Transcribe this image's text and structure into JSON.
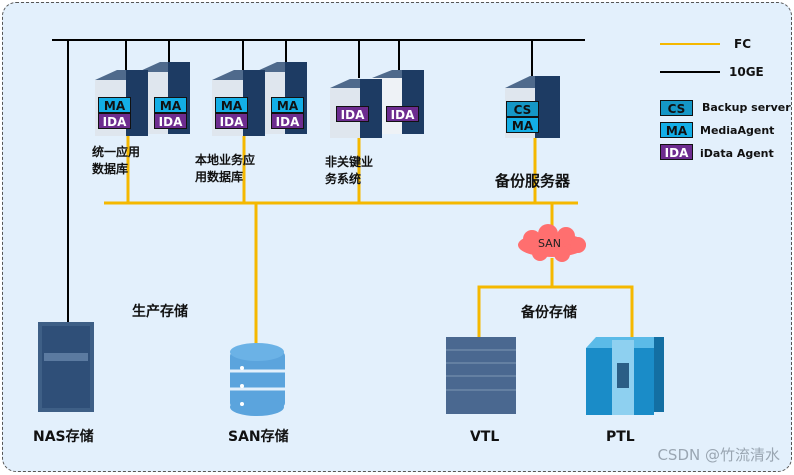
{
  "legend": {
    "lines": [
      {
        "name": "FC",
        "color": "#f5b800"
      },
      {
        "name": "10GE",
        "color": "#000000"
      }
    ],
    "tags": [
      {
        "tag": "CS",
        "desc": "Backup server"
      },
      {
        "tag": "MA",
        "desc": "MediaAgent"
      },
      {
        "tag": "IDA",
        "desc": "iData Agent"
      }
    ]
  },
  "servers": {
    "unified_db": {
      "label_line1": "统一应用",
      "label_line2": "数据库",
      "tags": [
        "MA",
        "IDA"
      ]
    },
    "local_db": {
      "label_line1": "本地业务应",
      "label_line2": "用数据库",
      "tags": [
        "MA",
        "IDA"
      ]
    },
    "noncritical": {
      "label_line1": "非关键业",
      "label_line2": "务系统",
      "tags": [
        "IDA"
      ]
    },
    "backup_server": {
      "label": "备份服务器",
      "tags": [
        "CS",
        "MA"
      ]
    }
  },
  "storage": {
    "production_label": "生产存储",
    "backup_label": "备份存储",
    "nas": "NAS存储",
    "san": "SAN存储",
    "vtl": "VTL",
    "ptl": "PTL",
    "san_cloud": "SAN"
  },
  "watermark": "CSDN @竹流清水",
  "colors": {
    "fc": "#f5b800",
    "ge": "#000000",
    "ma": "#13aee6",
    "ida": "#6d2c8f",
    "cs": "#1597c6",
    "cloud": "#ff6f6f"
  }
}
